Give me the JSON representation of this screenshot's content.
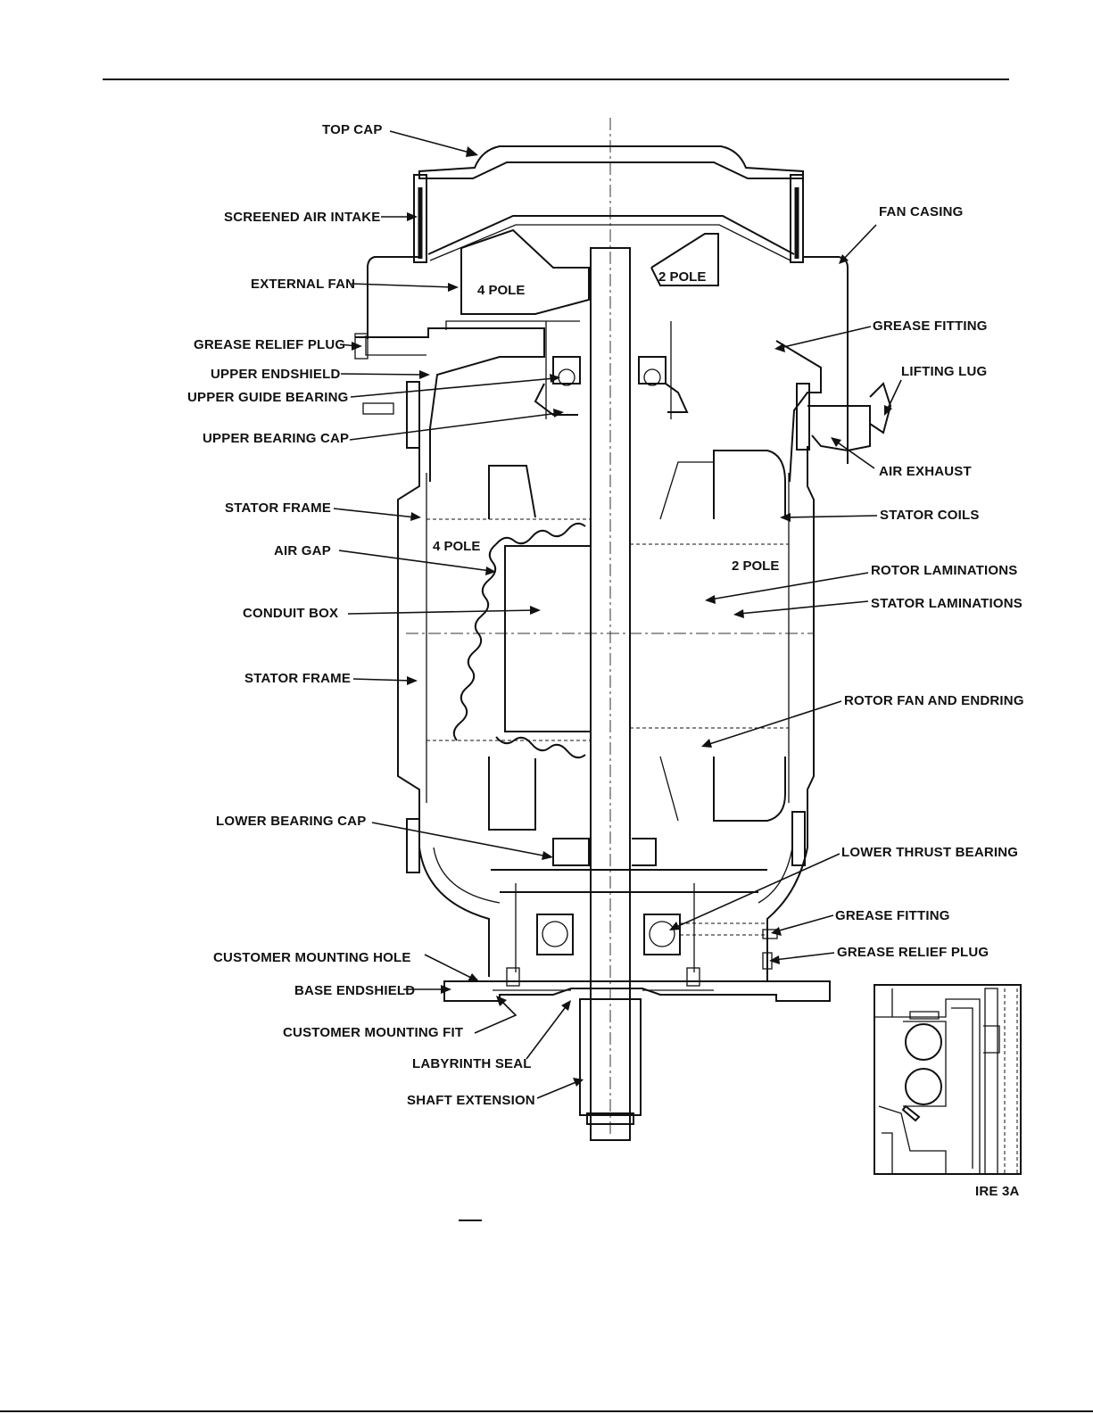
{
  "labels": {
    "top_cap": "TOP CAP",
    "screened_air_intake": "SCREENED AIR INTAKE",
    "external_fan": "EXTERNAL FAN",
    "grease_relief_plug_upper": "GREASE RELIEF PLUG",
    "upper_endshield": "UPPER ENDSHIELD",
    "upper_guide_bearing": "UPPER GUIDE BEARING",
    "upper_bearing_cap": "UPPER BEARING CAP",
    "stator_frame_upper": "STATOR FRAME",
    "air_gap": "AIR GAP",
    "conduit_box": "CONDUIT BOX",
    "stator_frame_lower": "STATOR FRAME",
    "lower_bearing_cap": "LOWER BEARING CAP",
    "customer_mounting_hole": "CUSTOMER MOUNTING HOLE",
    "base_endshield": "BASE ENDSHIELD",
    "customer_mounting_fit": "CUSTOMER MOUNTING FIT",
    "labyrinth_seal": "LABYRINTH SEAL",
    "shaft_extension": "SHAFT EXTENSION",
    "fan_casing": "FAN CASING",
    "grease_fitting_upper": "GREASE FITTING",
    "lifting_lug": "LIFTING LUG",
    "air_exhaust": "AIR EXHAUST",
    "stator_coils": "STATOR COILS",
    "rotor_laminations": "ROTOR LAMINATIONS",
    "stator_laminations": "STATOR LAMINATIONS",
    "rotor_fan_and_endring": "ROTOR FAN AND ENDRING",
    "lower_thrust_bearing": "LOWER THRUST BEARING",
    "grease_fitting_lower": "GREASE FITTING",
    "grease_relief_plug_lower": "GREASE RELIEF PLUG"
  },
  "pole_labels": {
    "fan_4_pole": "4 POLE",
    "fan_2_pole": "2 POLE",
    "rotor_4_pole": "4 POLE",
    "rotor_2_pole": "2 POLE"
  },
  "figure_caption": "IRE 3A"
}
